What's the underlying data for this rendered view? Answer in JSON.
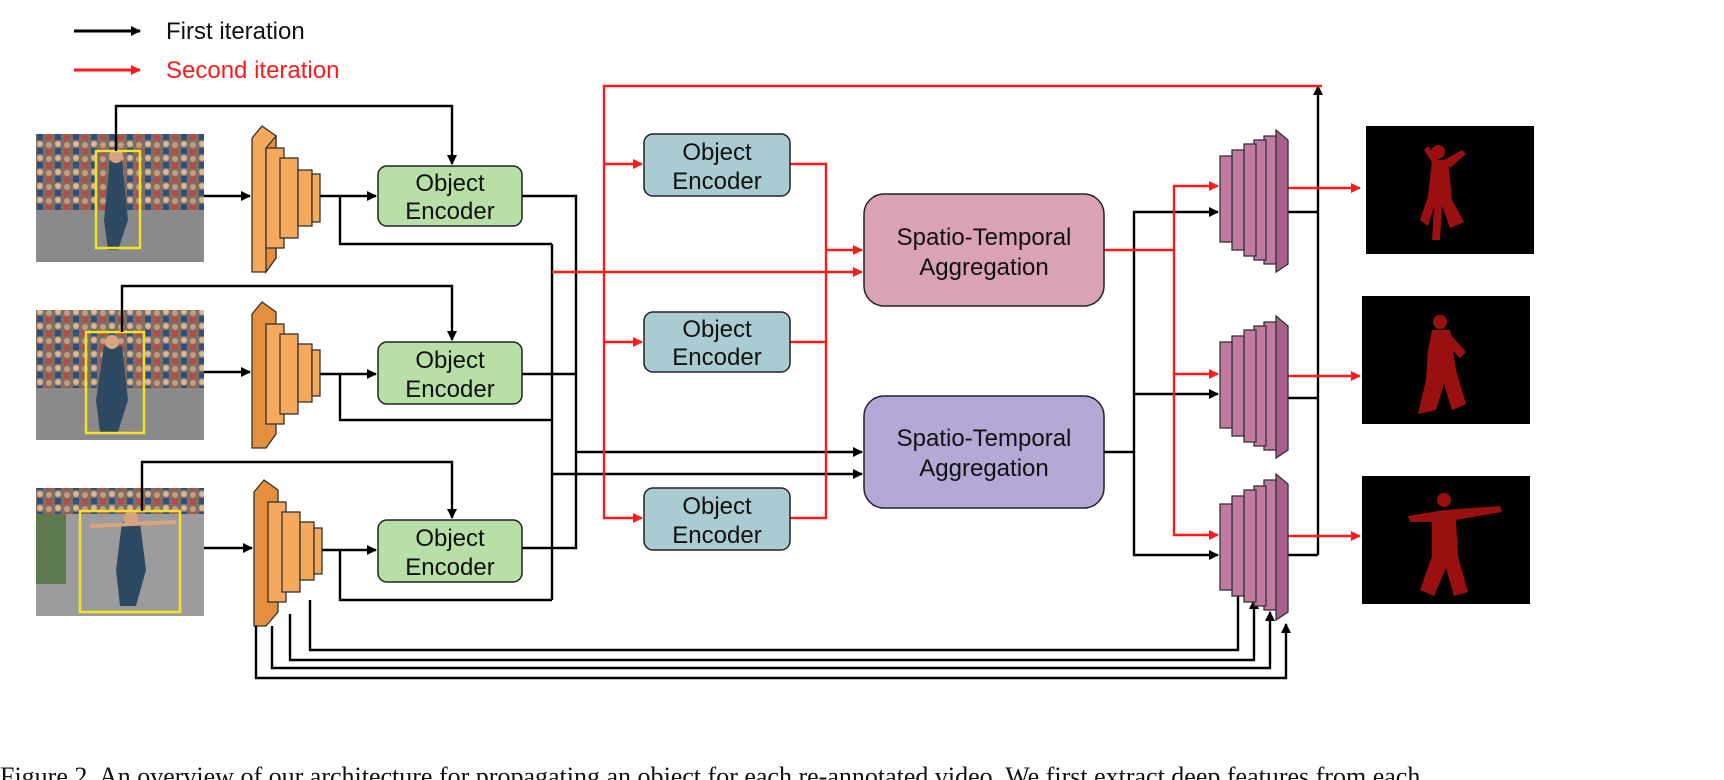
{
  "legend": {
    "first_label": "First iteration",
    "second_label": "Second iteration",
    "first_color": "#000000",
    "second_color": "#ff1a1a"
  },
  "encoders": {
    "green_label_1": "Object",
    "green_label_2": "Encoder",
    "blue_label_1": "Object",
    "blue_label_2": "Encoder"
  },
  "aggregation": {
    "label_1": "Spatio-Temporal",
    "label_2": "Aggregation"
  },
  "frames": [
    "input-frame-1",
    "input-frame-2",
    "input-frame-3"
  ],
  "colors": {
    "backbone": "#f4a95c",
    "encoder_green": "#b7dfa6",
    "encoder_blue": "#a9cbd1",
    "aggregation_pink": "#d9a2b6",
    "aggregation_purple": "#b3a8d6",
    "decoder": "#c27aa3",
    "mask": "#9a0f0f"
  },
  "caption": "Figure 2. An overview of our architecture for propagating an object for each re-annotated video. We first extract deep features from each"
}
